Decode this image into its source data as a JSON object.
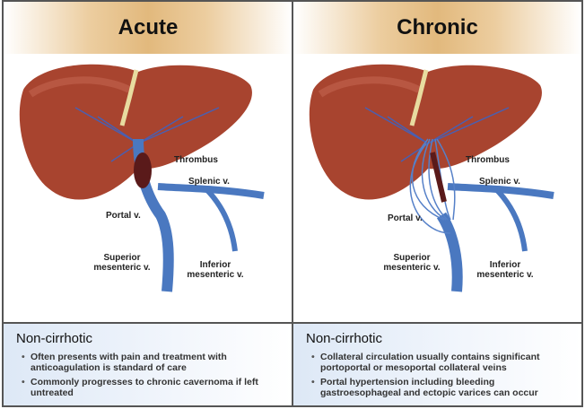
{
  "panels": [
    {
      "title": "Acute",
      "labels": {
        "thrombus": "Thrombus",
        "splenic": "Splenic v.",
        "portal": "Portal v.",
        "superior": "Superior mesenteric v.",
        "inferior": "Inferior mesenteric v."
      },
      "footer": {
        "title": "Non-cirrhotic",
        "bullets": [
          "Often presents with pain and treatment with anticoagulation is standard of care",
          "Commonly progresses to chronic cavernoma if left untreated"
        ]
      }
    },
    {
      "title": "Chronic",
      "labels": {
        "thrombus": "Thrombus",
        "splenic": "Splenic v.",
        "portal": "Portal v.",
        "superior": "Superior mesenteric v.",
        "inferior": "Inferior mesenteric v."
      },
      "footer": {
        "title": "Non-cirrhotic",
        "bullets": [
          "Collateral circulation usually contains significant portoportal or mesoportal collateral veins",
          "Portal hypertension including bleeding gastroesophageal and ectopic varices can occur"
        ]
      }
    }
  ],
  "colors": {
    "liver": "#a8442f",
    "vein": "#4a78c0",
    "thrombus": "#5a1a1a",
    "header": "#e2b97d"
  }
}
